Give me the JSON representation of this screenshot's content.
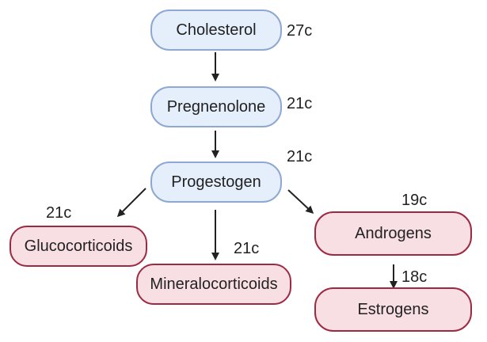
{
  "nodes": {
    "cholesterol": "Cholesterol",
    "pregnenolone": "Pregnenolone",
    "progestogen": "Progestogen",
    "glucocorticoids": "Glucocorticoids",
    "mineralocorticoids": "Mineralocorticoids",
    "androgens": "Androgens",
    "estrogens": "Estrogens"
  },
  "carbon_counts": {
    "cholesterol": "27c",
    "pregnenolone": "21c",
    "progestogen": "21c",
    "glucocorticoids": "21c",
    "mineralocorticoids": "21c",
    "androgens": "19c",
    "estrogens": "18c"
  },
  "colors": {
    "precursor_fill": "#e5effb",
    "precursor_border": "#8fa8d2",
    "product_fill": "#f8dfe3",
    "product_border": "#9c2a43",
    "arrow": "#222222"
  }
}
